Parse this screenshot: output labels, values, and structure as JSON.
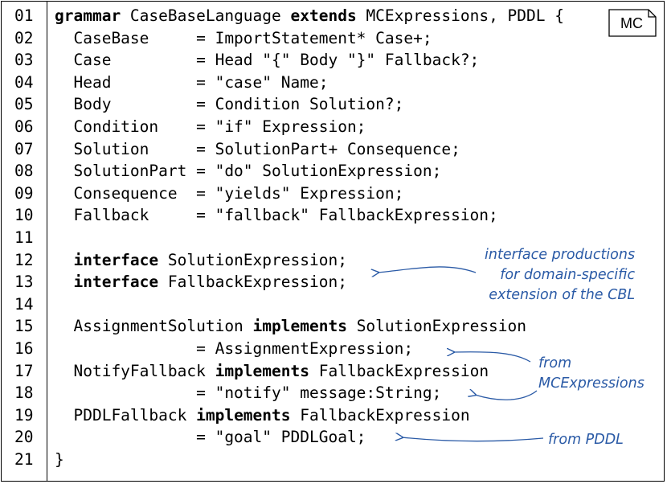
{
  "badge": {
    "label": "MC"
  },
  "lines": [
    {
      "num": "01",
      "parts": [
        [
          "b",
          "grammar"
        ],
        [
          "t",
          " CaseBaseLanguage "
        ],
        [
          "b",
          "extends"
        ],
        [
          "t",
          " MCExpressions, PDDL {"
        ]
      ]
    },
    {
      "num": "02",
      "parts": [
        [
          "t",
          "  CaseBase     = ImportStatement* Case+;"
        ]
      ]
    },
    {
      "num": "03",
      "parts": [
        [
          "t",
          "  Case         = Head \"{\" Body \"}\" Fallback?;"
        ]
      ]
    },
    {
      "num": "04",
      "parts": [
        [
          "t",
          "  Head         = \"case\" Name;"
        ]
      ]
    },
    {
      "num": "05",
      "parts": [
        [
          "t",
          "  Body         = Condition Solution?;"
        ]
      ]
    },
    {
      "num": "06",
      "parts": [
        [
          "t",
          "  Condition    = \"if\" Expression;"
        ]
      ]
    },
    {
      "num": "07",
      "parts": [
        [
          "t",
          "  Solution     = SolutionPart+ Consequence;"
        ]
      ]
    },
    {
      "num": "08",
      "parts": [
        [
          "t",
          "  SolutionPart = \"do\" SolutionExpression;"
        ]
      ]
    },
    {
      "num": "09",
      "parts": [
        [
          "t",
          "  Consequence  = \"yields\" Expression;"
        ]
      ]
    },
    {
      "num": "10",
      "parts": [
        [
          "t",
          "  Fallback     = \"fallback\" FallbackExpression;"
        ]
      ]
    },
    {
      "num": "11",
      "parts": [
        [
          "t",
          ""
        ]
      ]
    },
    {
      "num": "12",
      "parts": [
        [
          "t",
          "  "
        ],
        [
          "b",
          "interface"
        ],
        [
          "t",
          " SolutionExpression;"
        ]
      ]
    },
    {
      "num": "13",
      "parts": [
        [
          "t",
          "  "
        ],
        [
          "b",
          "interface"
        ],
        [
          "t",
          " FallbackExpression;"
        ]
      ]
    },
    {
      "num": "14",
      "parts": [
        [
          "t",
          ""
        ]
      ]
    },
    {
      "num": "15",
      "parts": [
        [
          "t",
          "  AssignmentSolution "
        ],
        [
          "b",
          "implements"
        ],
        [
          "t",
          " SolutionExpression"
        ]
      ]
    },
    {
      "num": "16",
      "parts": [
        [
          "t",
          "               = AssignmentExpression;"
        ]
      ]
    },
    {
      "num": "17",
      "parts": [
        [
          "t",
          "  NotifyFallback "
        ],
        [
          "b",
          "implements"
        ],
        [
          "t",
          " FallbackExpression"
        ]
      ]
    },
    {
      "num": "18",
      "parts": [
        [
          "t",
          "               = \"notify\" message:String;"
        ]
      ]
    },
    {
      "num": "19",
      "parts": [
        [
          "t",
          "  PDDLFallback "
        ],
        [
          "b",
          "implements"
        ],
        [
          "t",
          " FallbackExpression"
        ]
      ]
    },
    {
      "num": "20",
      "parts": [
        [
          "t",
          "               = \"goal\" PDDLGoal;"
        ]
      ]
    },
    {
      "num": "21",
      "parts": [
        [
          "t",
          "}"
        ]
      ]
    }
  ],
  "annotations": {
    "interface_note": "interface productions\nfor domain-specific\nextension of the CBL",
    "mcexpr_note": "from\nMCExpressions",
    "pddl_note": "from PDDL"
  },
  "colors": {
    "annotation": "#2a5aa6",
    "text": "#000000"
  }
}
